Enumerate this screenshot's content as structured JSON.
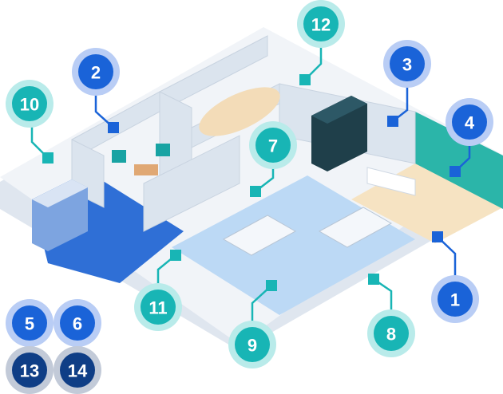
{
  "colors": {
    "blue": "#1a63d8",
    "blue_halo": "#b9cdf5",
    "teal": "#18b5b5",
    "teal_halo": "#b9ebea",
    "navy": "#0f3e86",
    "navy_halo": "#c2cad8",
    "floor": "#eef2f7",
    "wall": "#dfe7f0",
    "work_floor": "#a9cff3",
    "reception_floor": "#2f6fd6",
    "lounge_floor": "#f7e7cc",
    "green_wall": "#2bb5a9",
    "server": "#1f3f4a"
  },
  "markers": [
    {
      "label": "1",
      "color": "blue"
    },
    {
      "label": "2",
      "color": "blue"
    },
    {
      "label": "3",
      "color": "blue"
    },
    {
      "label": "4",
      "color": "blue"
    },
    {
      "label": "5",
      "color": "blue"
    },
    {
      "label": "6",
      "color": "blue"
    },
    {
      "label": "7",
      "color": "teal"
    },
    {
      "label": "8",
      "color": "teal"
    },
    {
      "label": "9",
      "color": "teal"
    },
    {
      "label": "10",
      "color": "teal"
    },
    {
      "label": "11",
      "color": "teal"
    },
    {
      "label": "12",
      "color": "teal"
    },
    {
      "label": "13",
      "color": "navy"
    },
    {
      "label": "14",
      "color": "navy"
    }
  ]
}
